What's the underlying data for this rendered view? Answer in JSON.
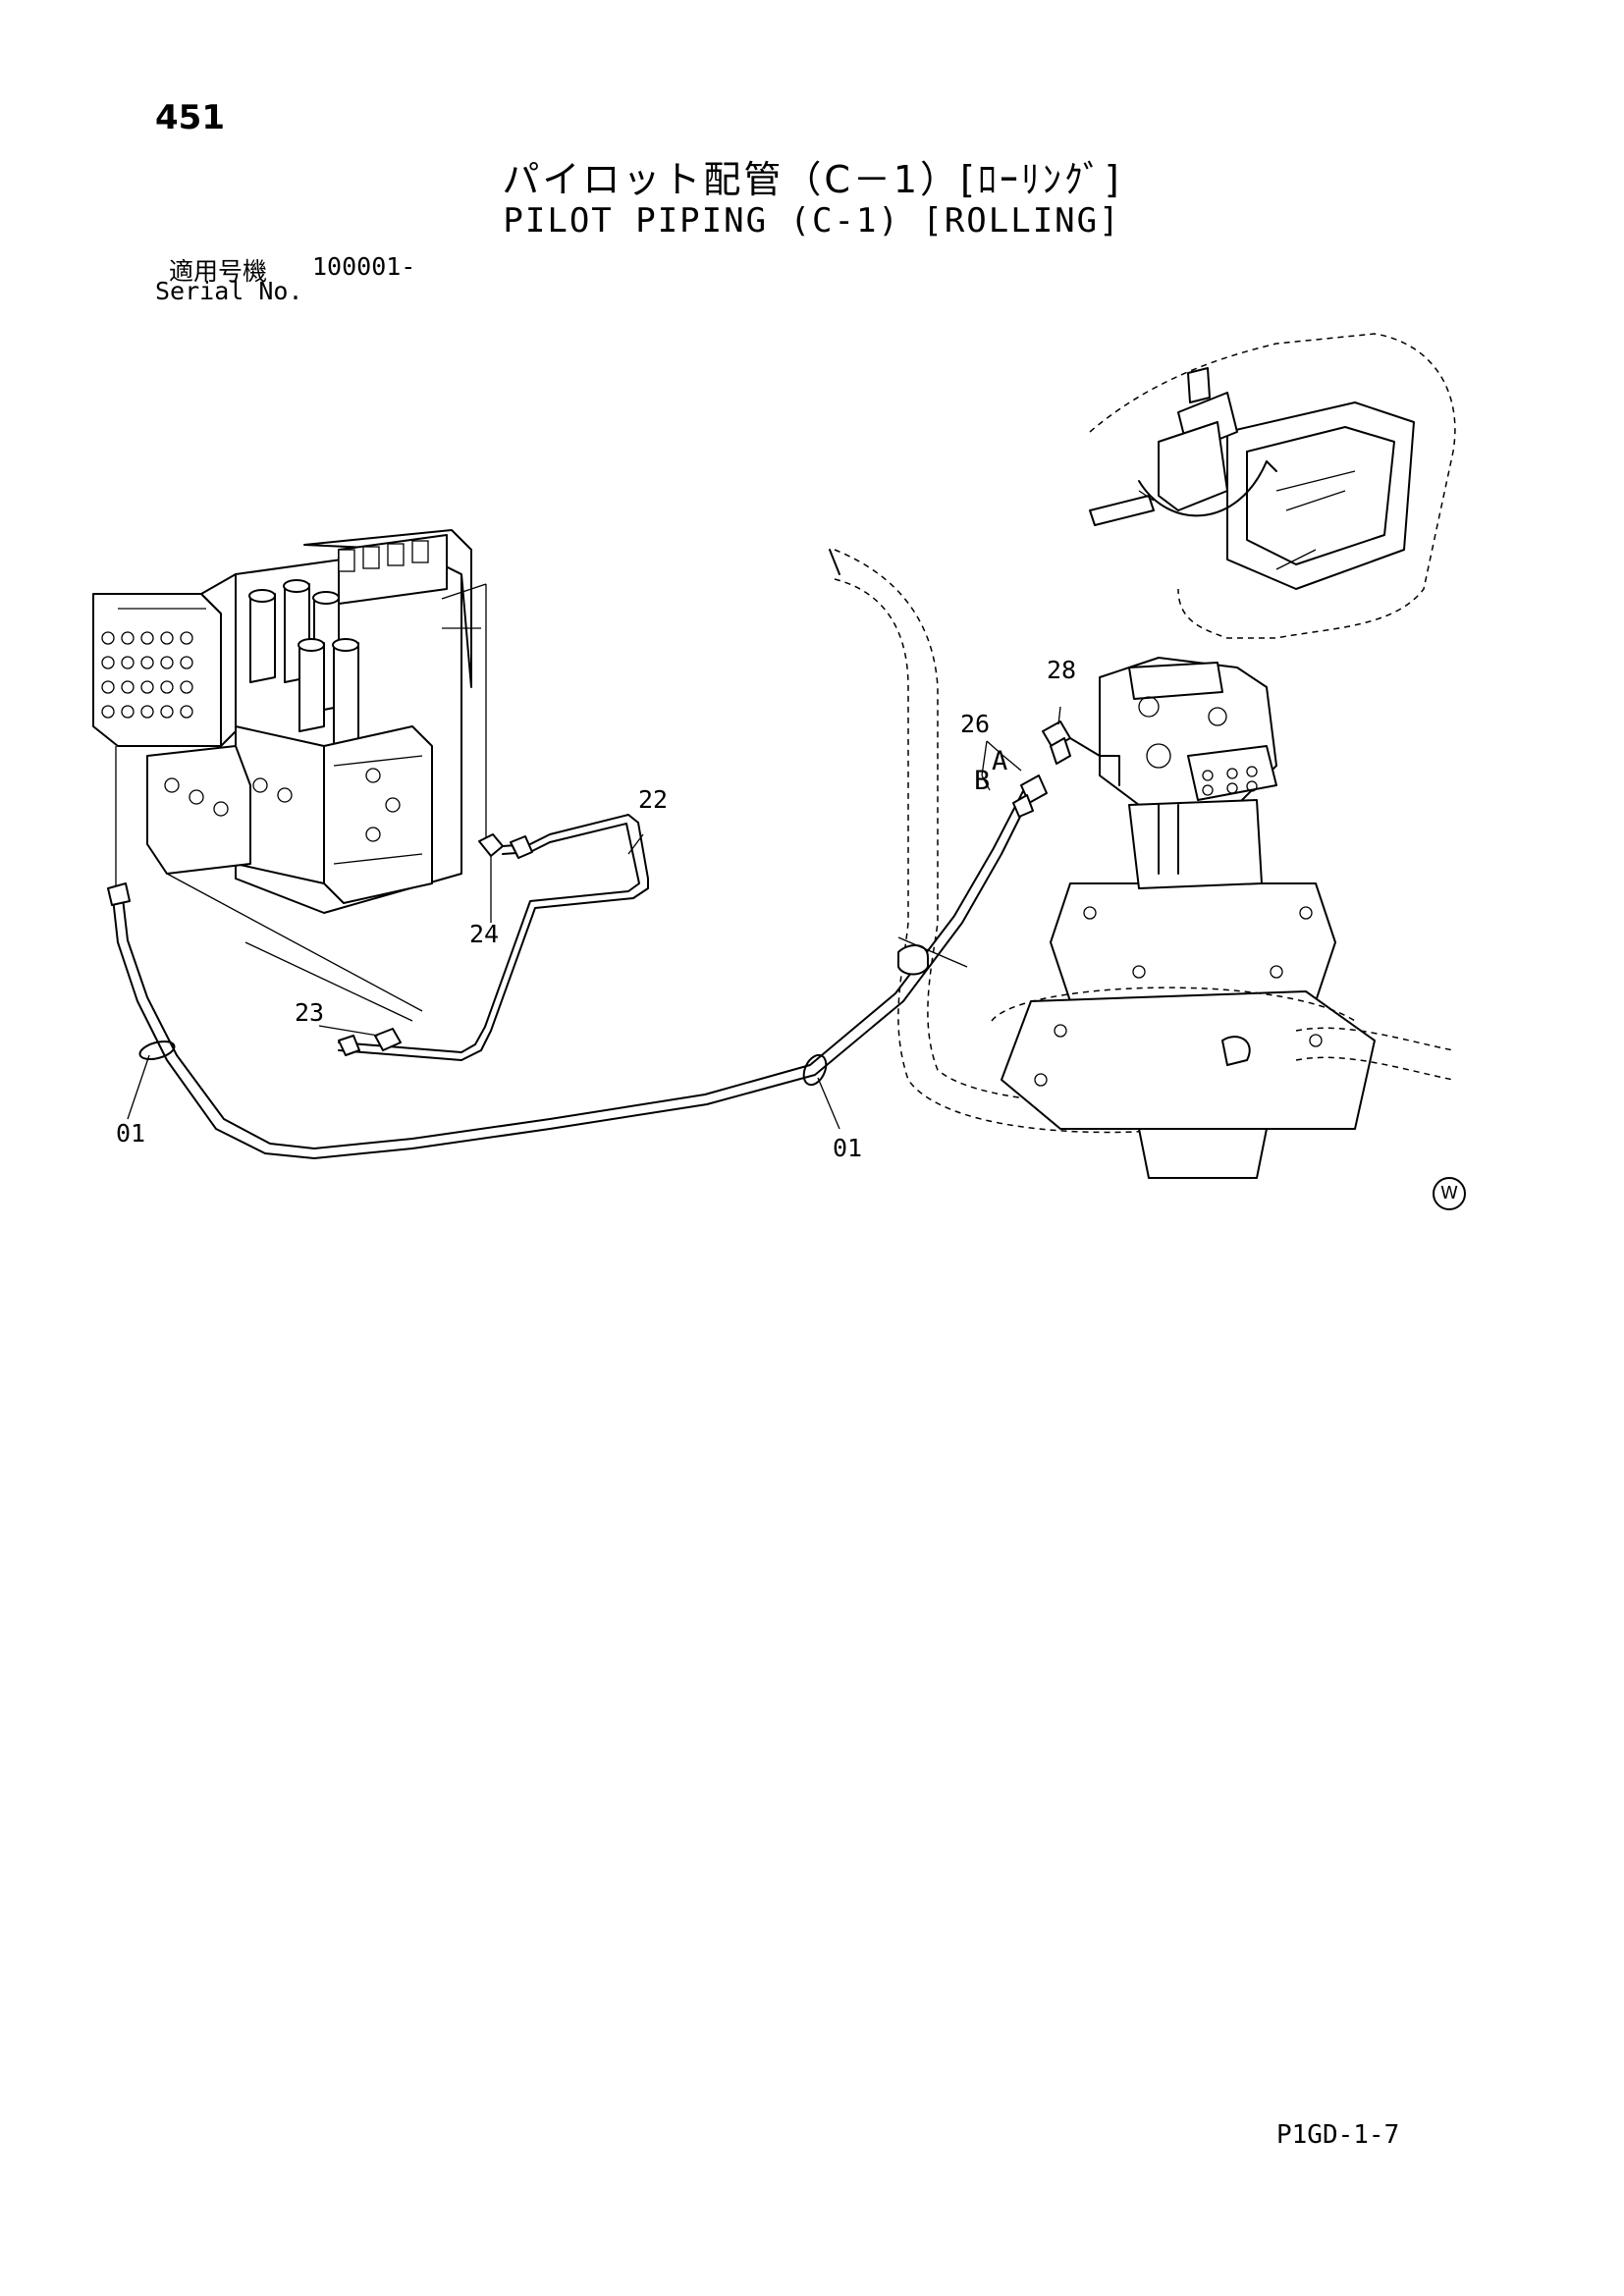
{
  "header": {
    "page_number": "451",
    "title_jp": "パイロット配管（C－1）[ﾛｰﾘﾝｸﾞ]",
    "title_en": "PILOT PIPING (C-1) [ROLLING]",
    "serial_label_jp": "適用号機",
    "serial_value": "100001-",
    "serial_label_en": "Serial No."
  },
  "callouts": {
    "c22": "22",
    "c23": "23",
    "c24": "24",
    "c26": "26",
    "c28": "28",
    "cA": "A",
    "cB": "B",
    "c01_left": "01",
    "c01_right": "01"
  },
  "footer": {
    "mark": "W",
    "doc_code": "P1GD-1-7"
  }
}
